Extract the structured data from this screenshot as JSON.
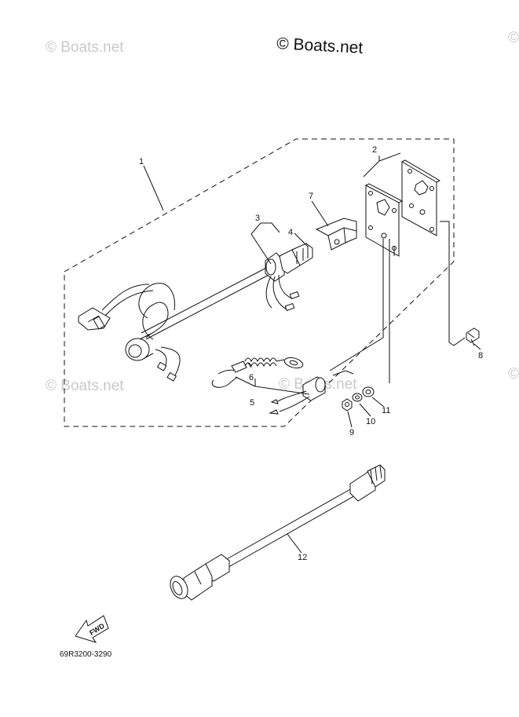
{
  "watermarks": {
    "top_left": "© Boats.net",
    "top_center": "© Boats.net",
    "top_right": "©",
    "mid_left": "© Boats.net",
    "mid_center": "© Boats.net",
    "mid_right": "©"
  },
  "callouts": [
    "1",
    "2",
    "3",
    "4",
    "5",
    "6",
    "7",
    "8",
    "9",
    "10",
    "11",
    "12"
  ],
  "fwd_label": "FWD",
  "diagram_code": "69R3200-3290"
}
